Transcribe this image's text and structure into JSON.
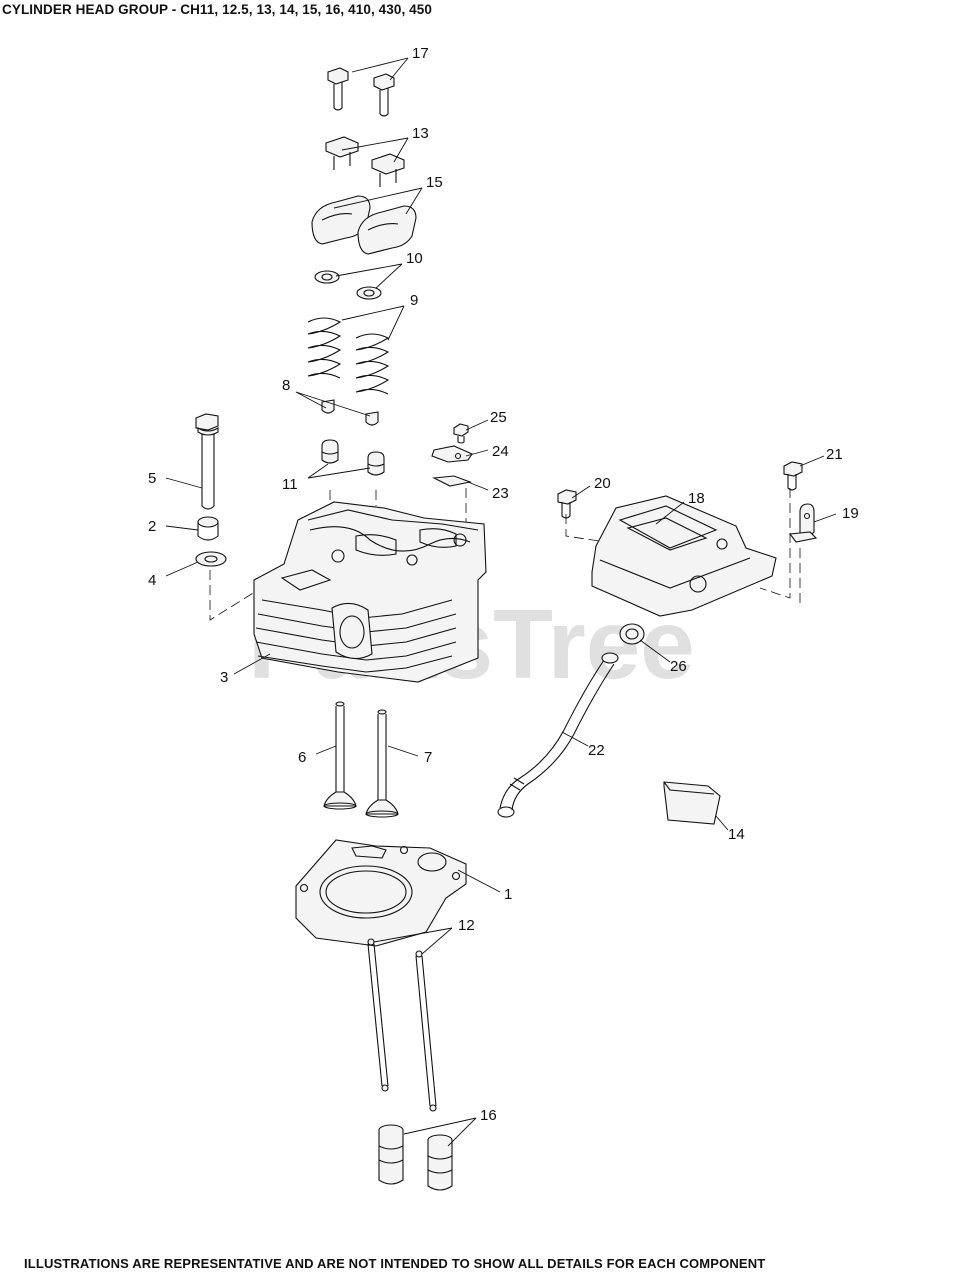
{
  "header": {
    "title": "CYLINDER HEAD GROUP - CH11, 12.5, 13, 14, 15, 16, 410, 430, 450"
  },
  "watermark": "PartsTree",
  "callouts": {
    "c1": "1",
    "c2": "2",
    "c3": "3",
    "c4": "4",
    "c5": "5",
    "c6": "6",
    "c7": "7",
    "c8": "8",
    "c9": "9",
    "c10": "10",
    "c11": "11",
    "c12": "12",
    "c13": "13",
    "c14": "14",
    "c15": "15",
    "c16": "16",
    "c17": "17",
    "c18": "18",
    "c19": "19",
    "c20": "20",
    "c21": "21",
    "c22": "22",
    "c23": "23",
    "c24": "24",
    "c25": "25",
    "c26": "26"
  },
  "footer": {
    "disclaimer": "ILLUSTRATIONS ARE REPRESENTATIVE AND ARE NOT INTENDED TO SHOW ALL DETAILS FOR EACH COMPONENT"
  }
}
